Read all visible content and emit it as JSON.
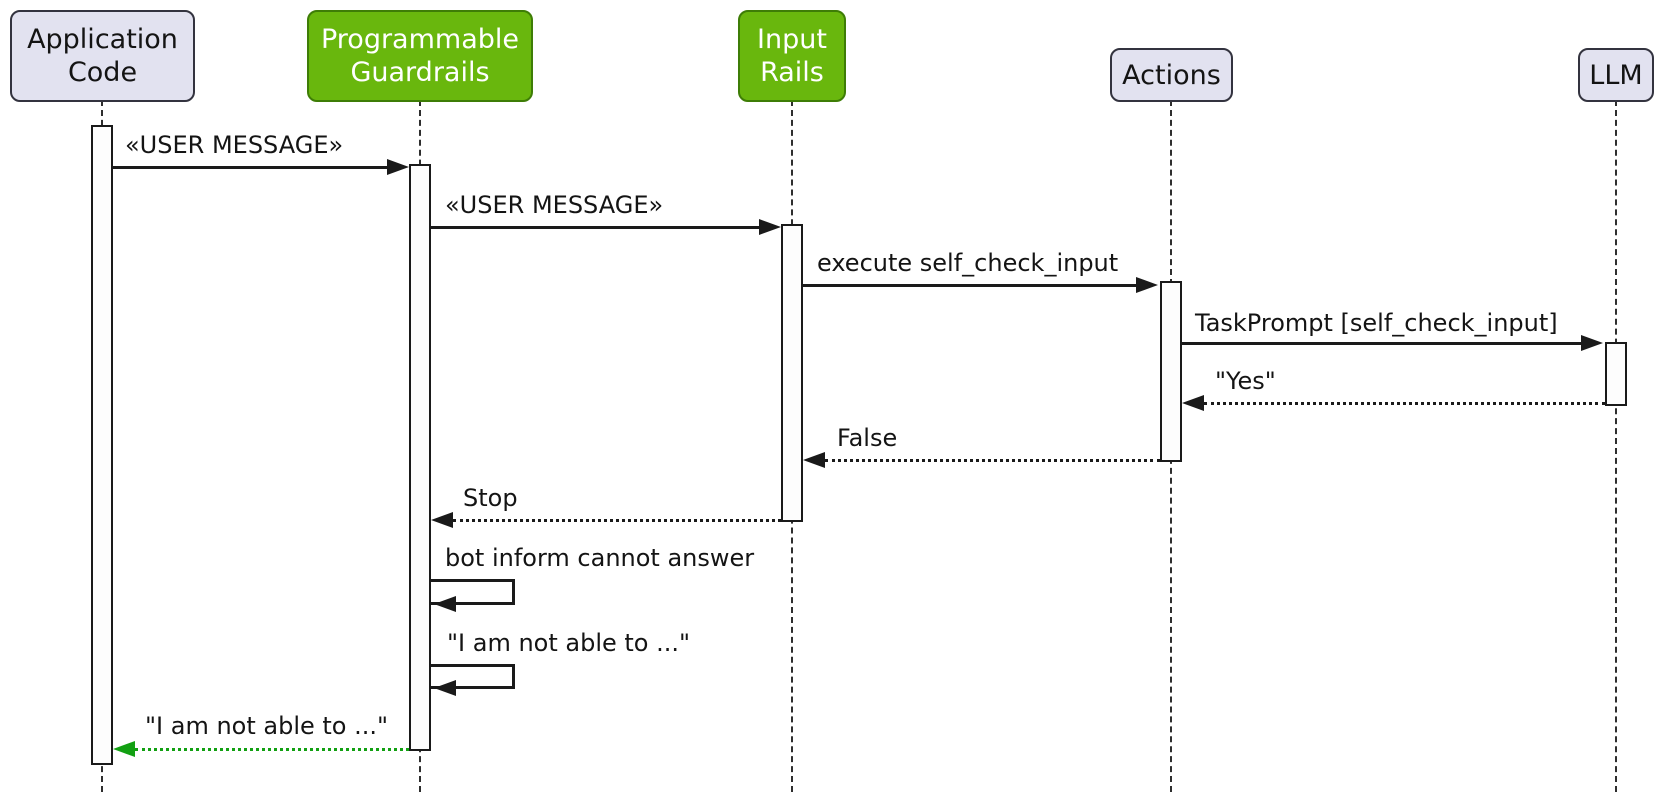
{
  "diagram_type": "uml-sequence-diagram",
  "participants": [
    {
      "name": "Application Code",
      "lines": [
        "Application",
        "Code"
      ],
      "kind": "default"
    },
    {
      "name": "Programmable Guardrails",
      "lines": [
        "Programmable",
        "Guardrails"
      ],
      "kind": "highlight"
    },
    {
      "name": "Input Rails",
      "lines": [
        "Input",
        "Rails"
      ],
      "kind": "highlight"
    },
    {
      "name": "Actions",
      "lines": [
        "Actions"
      ],
      "kind": "default"
    },
    {
      "name": "LLM",
      "lines": [
        "LLM"
      ],
      "kind": "default"
    }
  ],
  "messages": [
    {
      "label": "«USER MESSAGE»",
      "from": "Application Code",
      "to": "Programmable Guardrails",
      "line": "solid",
      "direction": "right"
    },
    {
      "label": "«USER MESSAGE»",
      "from": "Programmable Guardrails",
      "to": "Input Rails",
      "line": "solid",
      "direction": "right"
    },
    {
      "label": "execute self_check_input",
      "from": "Input Rails",
      "to": "Actions",
      "line": "solid",
      "direction": "right"
    },
    {
      "label": "TaskPrompt [self_check_input]",
      "from": "Actions",
      "to": "LLM",
      "line": "solid",
      "direction": "right"
    },
    {
      "label": "\"Yes\"",
      "from": "LLM",
      "to": "Actions",
      "line": "dotted",
      "direction": "left"
    },
    {
      "label": "False",
      "from": "Actions",
      "to": "Input Rails",
      "line": "dotted",
      "direction": "left"
    },
    {
      "label": "Stop",
      "from": "Input Rails",
      "to": "Programmable Guardrails",
      "line": "dotted",
      "direction": "left"
    },
    {
      "label": "bot inform cannot answer",
      "from": "Programmable Guardrails",
      "to": "Programmable Guardrails",
      "line": "solid",
      "direction": "self"
    },
    {
      "label": "\"I am not able to ...\"",
      "from": "Programmable Guardrails",
      "to": "Programmable Guardrails",
      "line": "solid",
      "direction": "self"
    },
    {
      "label": "\"I am not able to ...\"",
      "from": "Programmable Guardrails",
      "to": "Application Code",
      "line": "dotted",
      "direction": "left",
      "color": "#12a012"
    }
  ],
  "colors": {
    "neutral_fill": "#e2e2f0",
    "neutral_border": "#33333f",
    "accent_fill": "#69b70d",
    "accent_border": "#3e7d06",
    "line": "#1a1a1a",
    "return_green": "#12a012"
  }
}
